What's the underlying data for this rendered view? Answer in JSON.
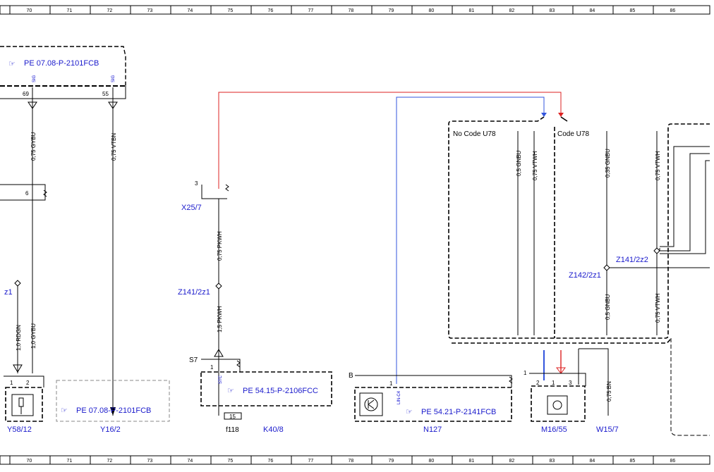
{
  "grid": [
    "70",
    "71",
    "72",
    "73",
    "74",
    "75",
    "76",
    "77",
    "78",
    "79",
    "80",
    "81",
    "82",
    "83",
    "84",
    "85",
    "86"
  ],
  "refs": {
    "top_left": "PE 07.08-P-2101FCB",
    "y16": "PE 07.08-P-2101FCB",
    "k40": "PE 54.15-P-2106FCC",
    "n127": "PE 54.21-P-2141FCB"
  },
  "components": {
    "y58": "Y58/12",
    "y16": "Y16/2",
    "x25": "X25/7",
    "z141_2z1": "Z141/2z1",
    "z141_2z2": "Z141/2z2",
    "z142_2z1": "Z142/2z1",
    "f118": "f118",
    "k40": "K40/8",
    "n127": "N127",
    "m16": "M16/55",
    "w15": "W15/7",
    "z1_partial": "z1"
  },
  "codes": {
    "no_code": "No Code U78",
    "code": "Code U78"
  },
  "wires": {
    "w1": "0,75 GYBU",
    "w2": "0,75 VTBN",
    "w3": "1,0 RDGN",
    "w4": "1,0 GYBU",
    "w5": "0,75 PKWH",
    "w6": "1,5 PKWH",
    "w7": "0,5 GNBU",
    "w8": "0,75 VTWH",
    "w9": "0,35 GNBU",
    "w10": "0,75 VTWH",
    "w11": "0,5 GNBU",
    "w12": "0,75 VTWH",
    "w13": "0,75 BN"
  },
  "pins": {
    "p69": "69",
    "p55": "55",
    "p6": "6",
    "p3": "3",
    "s7": "S7",
    "p1a": "1",
    "p2a": "2",
    "p1b": "1",
    "b": "B",
    "p1c": "1",
    "p1d": "1",
    "p2d": "2",
    "p1e": "1",
    "p3e": "3",
    "fuse": "15"
  },
  "tags": {
    "sig1": "SIG",
    "sig2": "SIG",
    "stc": "STC",
    "lin": "LIN-C4"
  }
}
